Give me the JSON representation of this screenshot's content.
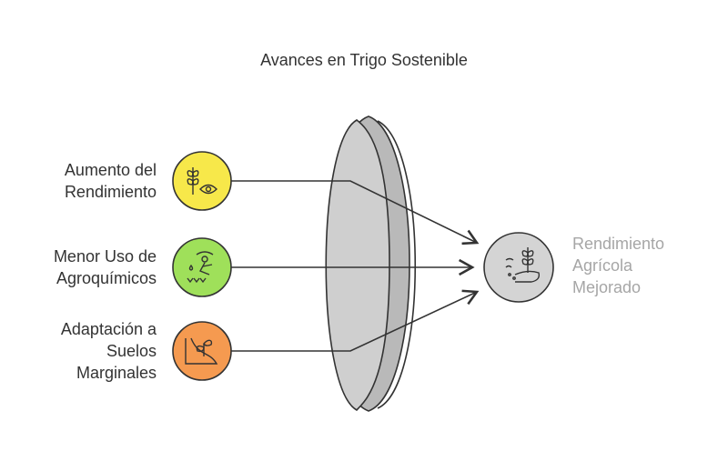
{
  "title": "Avances en Trigo Sostenible",
  "inputs": [
    {
      "line1": "Aumento del",
      "line2": "Rendimiento",
      "line3": "",
      "icon": "wheat-eye-icon",
      "color": "#f7e84a"
    },
    {
      "line1": "Menor Uso de",
      "line2": "Agroquímicos",
      "line3": "",
      "icon": "farmer-planting-icon",
      "color": "#9fe05a"
    },
    {
      "line1": "Adaptación a",
      "line2": "Suelos",
      "line3": "Marginales",
      "icon": "sprout-slope-icon",
      "color": "#f59a50"
    }
  ],
  "output": {
    "line1": "Rendimiento",
    "line2": "Agrícola",
    "line3": "Mejorado",
    "icon": "wheat-hand-icon",
    "color": "#d4d4d4"
  },
  "lens": {
    "icon": "lens-shape",
    "color": "#cfcfcf"
  }
}
